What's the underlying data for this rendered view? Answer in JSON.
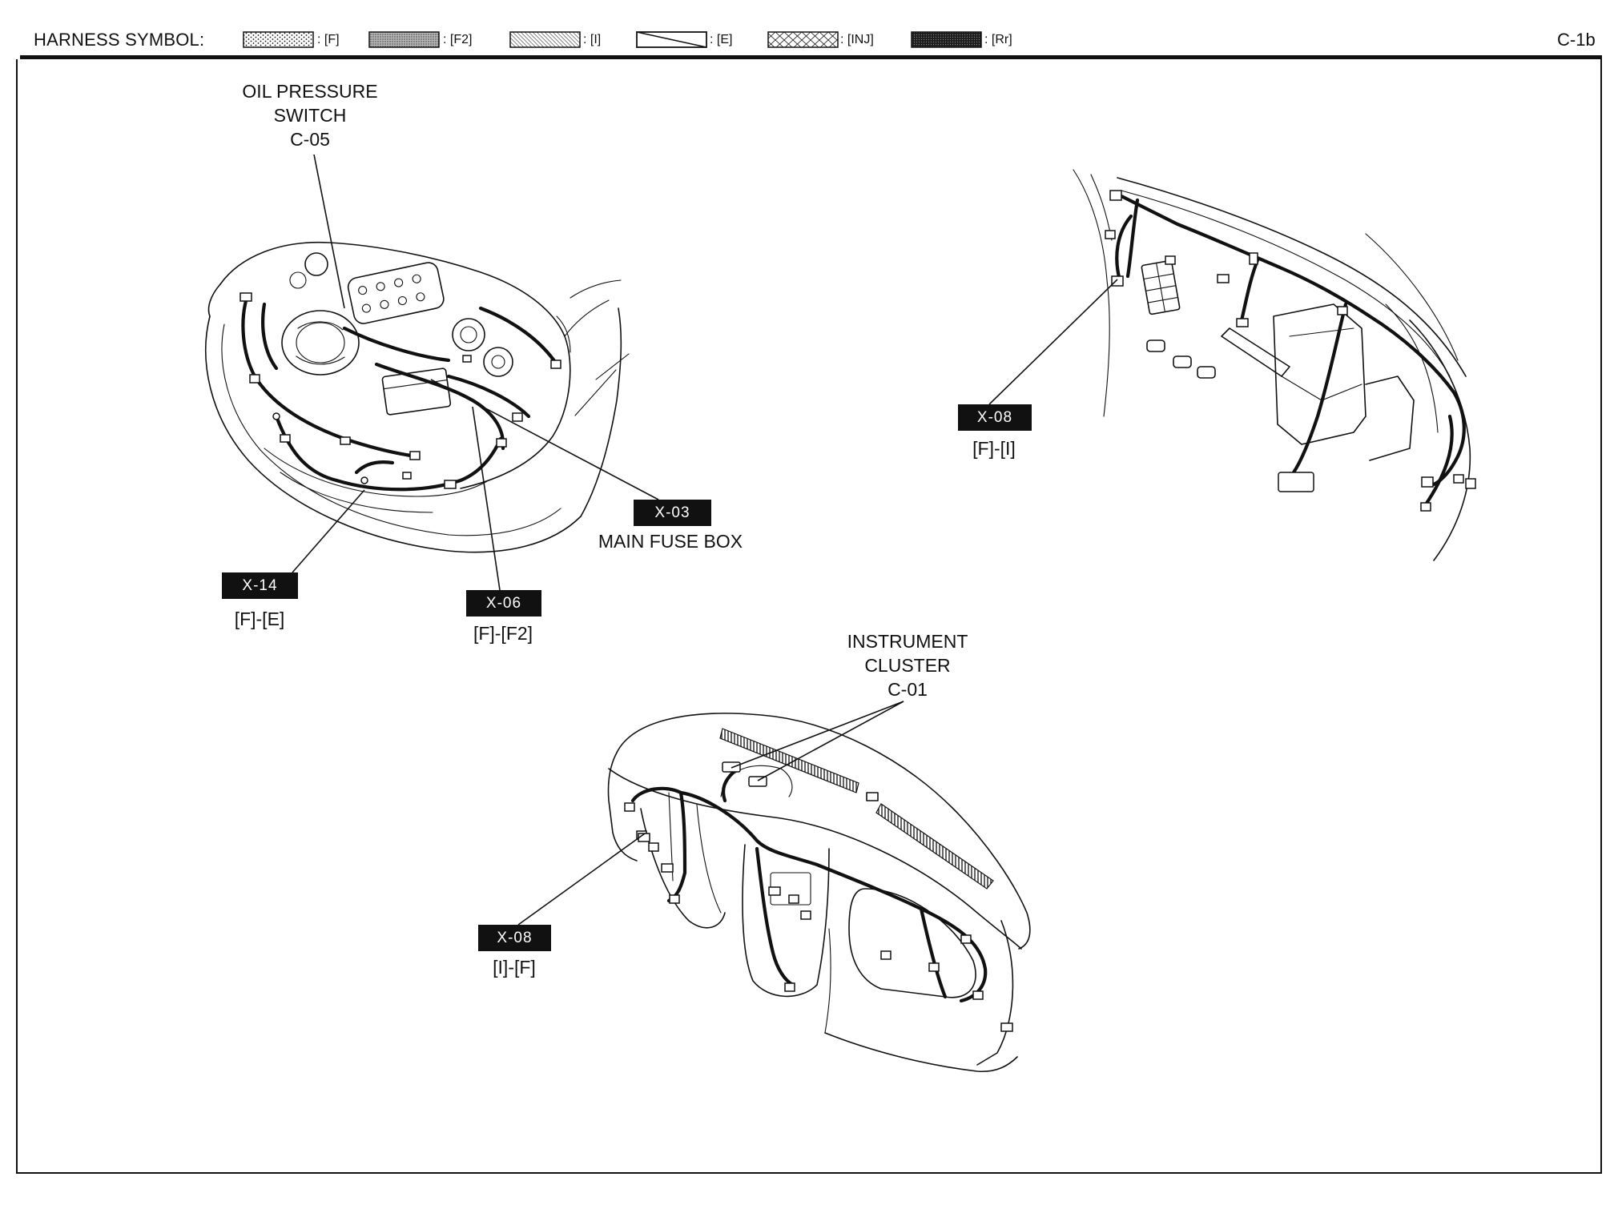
{
  "header": {
    "title": "HARNESS SYMBOL:",
    "page_code": "C-1b",
    "legend": [
      {
        "label": ": [F]"
      },
      {
        "label": ": [F2]"
      },
      {
        "label": ": [I]"
      },
      {
        "label": ": [E]"
      },
      {
        "label": ": [INJ]"
      },
      {
        "label": ": [Rr]"
      }
    ]
  },
  "callouts": {
    "oil_pressure_switch": {
      "line1": "OIL PRESSURE",
      "line2": "SWITCH",
      "code": "C-05"
    },
    "x03": {
      "code": "X-03",
      "caption": "MAIN FUSE BOX"
    },
    "x14": {
      "code": "X-14",
      "caption": "[F]-[E]"
    },
    "x06": {
      "code": "X-06",
      "caption": "[F]-[F2]"
    },
    "x08_upper": {
      "code": "X-08",
      "caption": "[F]-[I]"
    },
    "instrument_cluster": {
      "line1": "INSTRUMENT",
      "line2": "CLUSTER",
      "code": "C-01"
    },
    "x08_lower": {
      "code": "X-08",
      "caption": "[I]-[F]"
    }
  },
  "colors": {
    "ink": "#111111",
    "paper": "#ffffff",
    "tag_background": "#111111",
    "tag_text": "#ffffff"
  }
}
